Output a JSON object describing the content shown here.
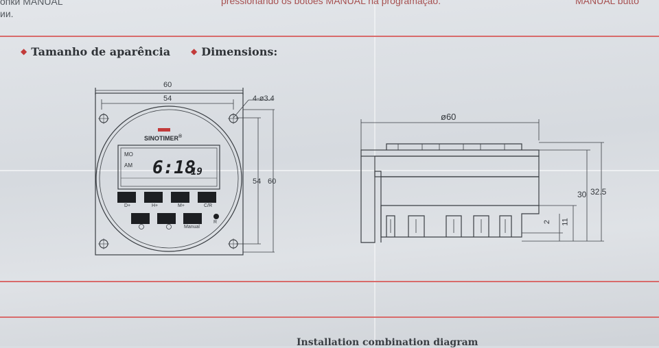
{
  "top_cut": {
    "left_ru": "опки MANUAL",
    "left_ru2": "ии.",
    "middle_pt": "pressionando os botões MANUAL na programação.",
    "right_en": "MANUAL butto"
  },
  "headings": {
    "pt": "Tamanho de aparência",
    "en": "Dimensions:"
  },
  "front_view": {
    "width_outer": "60",
    "width_inner": "54",
    "holes": "4-ø3.4",
    "height_inner": "54",
    "height_outer": "60",
    "brand": "SINOTIMER",
    "registered": "®",
    "lcd_day": "MO",
    "lcd_ampm": "AM",
    "lcd_time": "6:18",
    "lcd_seconds": "19",
    "buttons_row1": [
      "D+",
      "H+",
      "M+",
      "C/R"
    ],
    "button_manual": "Manual",
    "led_label": "R"
  },
  "side_view": {
    "diameter": "ø60",
    "height_inner": "30",
    "height_outer": "32.5",
    "dim_small": "2",
    "dim_base": "11"
  },
  "bottom_cut": {
    "text": "Installation combination diagram"
  },
  "colors": {
    "paper": "#dde0e4",
    "rule_red": "#d86a6a",
    "ink": "#2f3337",
    "indicator_red": "#c23a3a"
  }
}
